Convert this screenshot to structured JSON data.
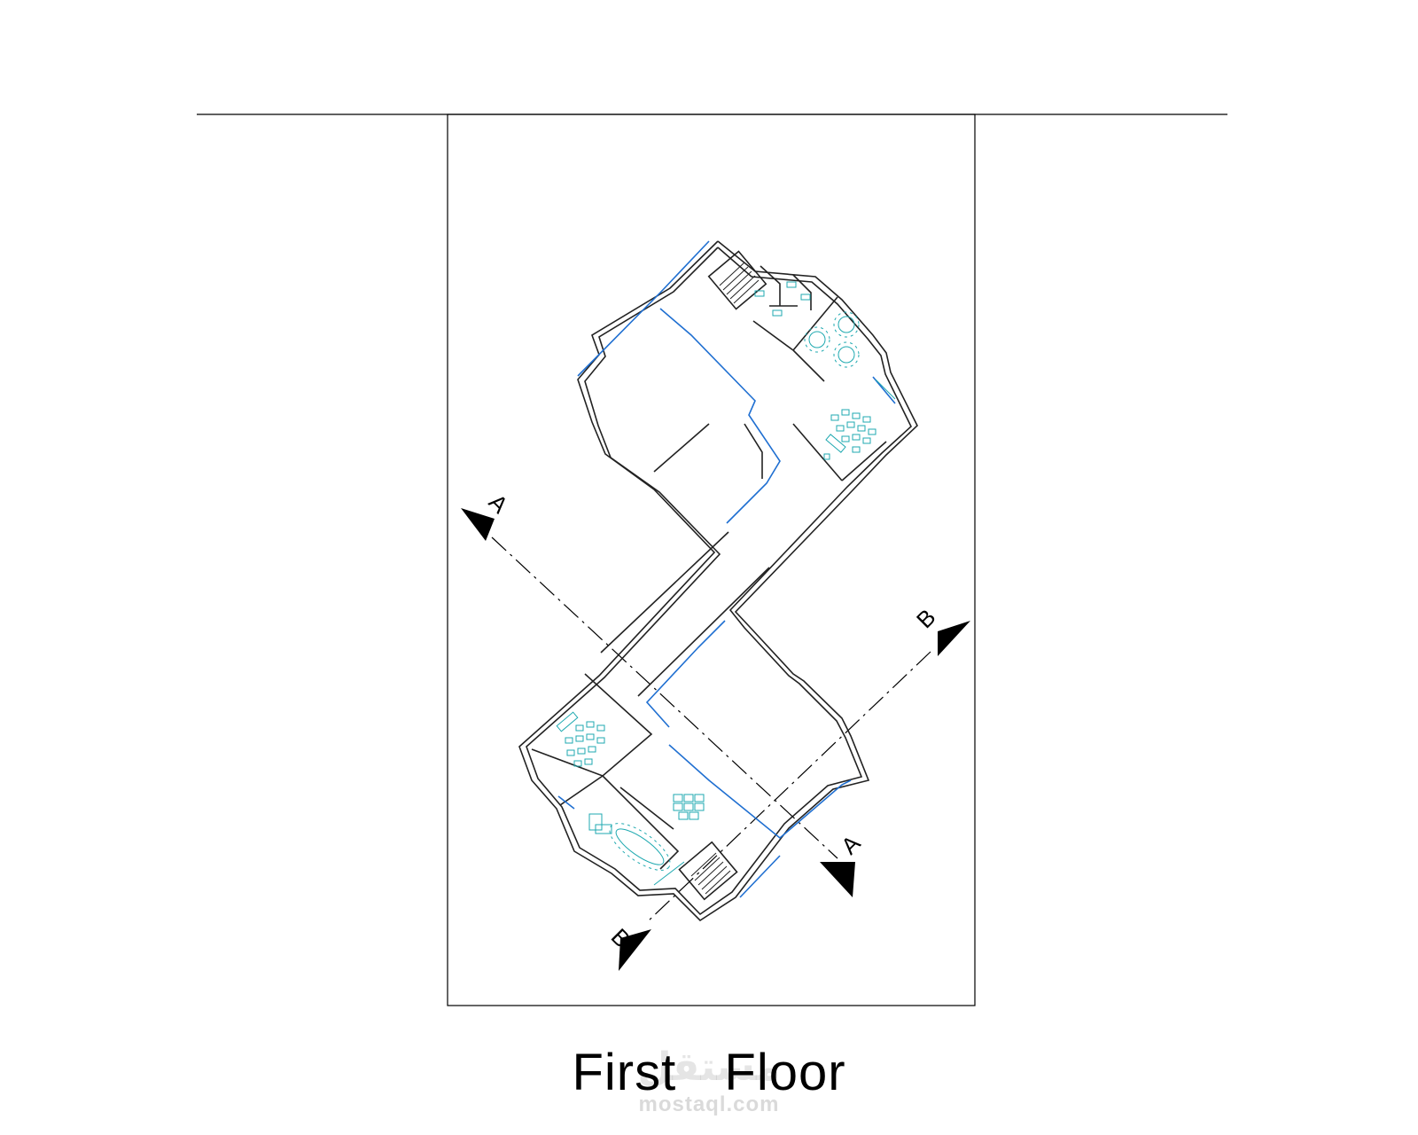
{
  "drawing": {
    "title": "First  Floor",
    "watermark": "mostaql.com",
    "sections": [
      {
        "label": "A"
      },
      {
        "label": "A"
      },
      {
        "label": "B"
      },
      {
        "label": "B"
      }
    ],
    "colors": {
      "walls": "#222222",
      "glazing": "#1f6fd1",
      "furniture": "#1fa9b0",
      "site": "#000000"
    }
  }
}
